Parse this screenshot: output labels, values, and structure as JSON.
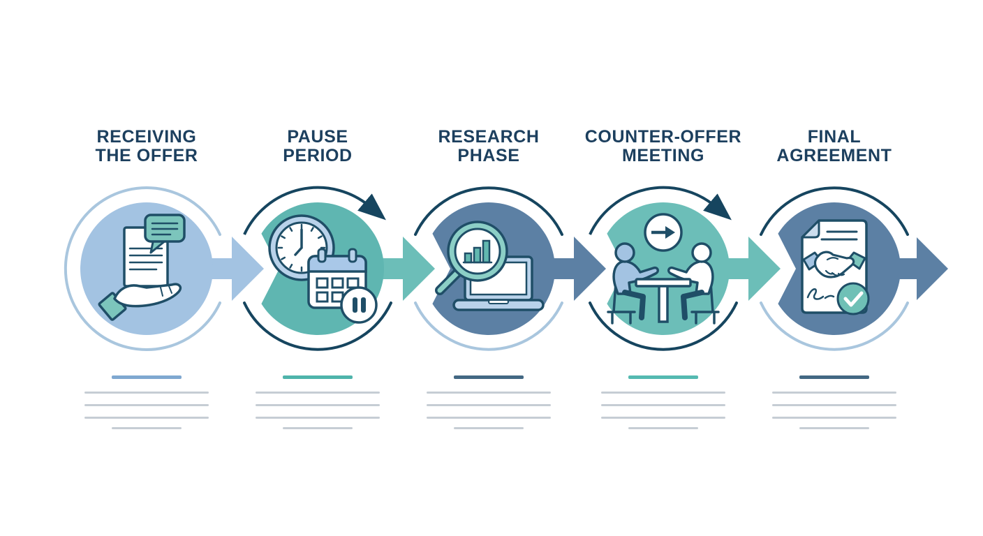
{
  "diagram": {
    "name": "offer-negotiation-process-infographic",
    "type": "process-timeline",
    "step_count": 5
  },
  "palette": {
    "background": "#ffffff",
    "title_color": "#1c3f5e",
    "ring_dark": "#16455f",
    "ring_light": "#a9c6de",
    "icon_outline": "#1f4e67",
    "icon_teal": "#7cc5bc",
    "icon_light_blue": "#b9d2ea",
    "placeholder_line": "#c6cdd4"
  },
  "steps": [
    {
      "title_line1": "RECEIVING",
      "title_line2": "THE OFFER",
      "icon": "hand-offer-document-icon",
      "circle_color": "#a3c3e2",
      "arrow_color": "#a3c3e2",
      "accent_color": "#7fa8d0"
    },
    {
      "title_line1": "PAUSE",
      "title_line2": "PERIOD",
      "icon": "clock-calendar-pause-icon",
      "circle_color": "#5fb6b1",
      "arrow_color": "#6cbeb8",
      "accent_color": "#4fb4ab"
    },
    {
      "title_line1": "RESEARCH",
      "title_line2": "PHASE",
      "icon": "magnifier-chart-laptop-icon",
      "circle_color": "#5c80a4",
      "arrow_color": "#5c80a4",
      "accent_color": "#436883"
    },
    {
      "title_line1": "COUNTER-OFFER",
      "title_line2": "MEETING",
      "icon": "negotiation-meeting-icon",
      "circle_color": "#6cbeb8",
      "arrow_color": "#6cbeb8",
      "accent_color": "#55bab1"
    },
    {
      "title_line1": "FINAL",
      "title_line2": "AGREEMENT",
      "icon": "handshake-contract-icon",
      "circle_color": "#5c80a4",
      "arrow_color": "#5c80a4",
      "accent_color": "#436883"
    }
  ]
}
